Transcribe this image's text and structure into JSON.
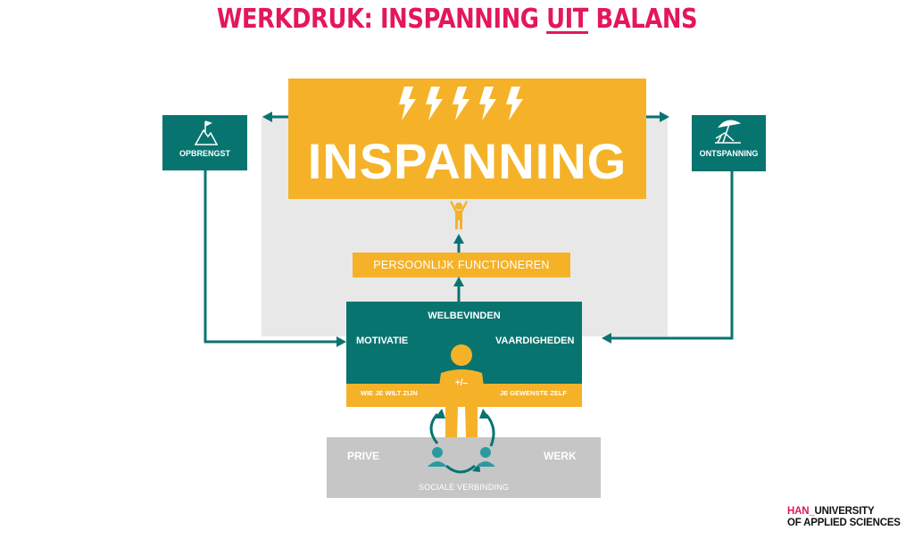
{
  "title": {
    "part1": "WERKDRUK: INSPANNING ",
    "underlined": "UIT",
    "part2": " BALANS"
  },
  "nodes": {
    "inspanning": "INSPANNING",
    "opbrengst": "OPBRENGST",
    "ontspanning": "ONTSPANNING",
    "persoonlijk_functioneren": "PERSOONLIJK FUNCTIONEREN",
    "welbevinden": "WELBEVINDEN",
    "motivatie": "MOTIVATIE",
    "vaardigheden": "VAARDIGHEDEN",
    "wie_je_wilt_zijn": "WIE JE WILT ZIJN",
    "je_gewenste_zelf": "JE GEWENSTE ZELF",
    "prive": "PRIVE",
    "werk": "WERK",
    "sociale_verbinding": "SOCIALE VERBINDING",
    "person_badge": "+/–"
  },
  "logo": {
    "han": "HAN_",
    "line1_rest": "UNIVERSITY",
    "line2": "OF APPLIED SCIENCES"
  },
  "colors": {
    "title": "#e4175a",
    "yellow": "#f5b228",
    "teal": "#087470",
    "light_gray": "#e8e8e8",
    "mid_gray": "#c6c6c6",
    "person_teal": "#2a9aa0"
  },
  "icons": [
    "lightning-icon",
    "mountain-flag-icon",
    "beach-umbrella-icon",
    "cheering-person-icon",
    "person-icon",
    "user-icon"
  ]
}
